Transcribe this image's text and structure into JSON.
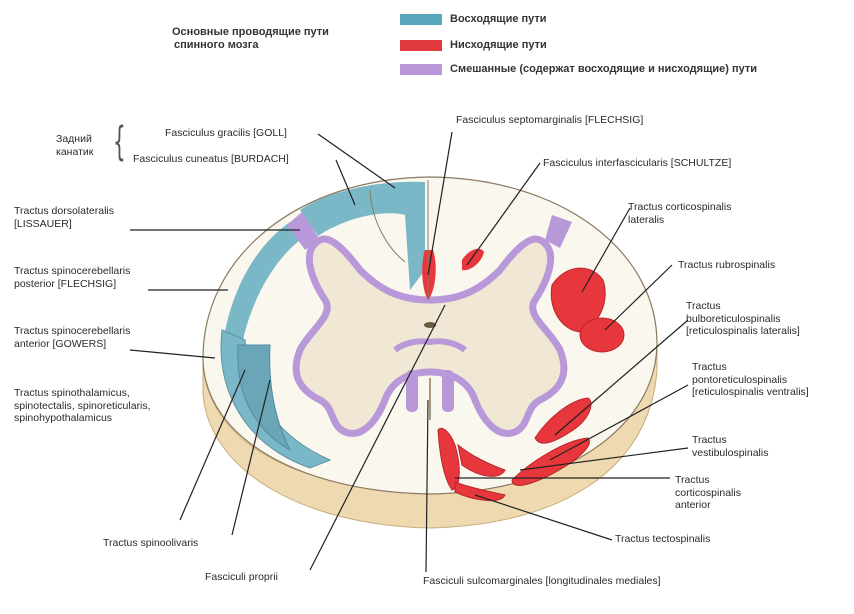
{
  "title": {
    "line1": "Основные проводящие пути",
    "line2": "спинного мозга"
  },
  "legend": [
    {
      "label": "Восходящие пути",
      "color": "#5aa7bb"
    },
    {
      "label": "Нисходящие пути",
      "color": "#e03a3e"
    },
    {
      "label": "Смешанные (содержат восходящие и нисходящие) пути",
      "color": "#b898d8"
    }
  ],
  "colors": {
    "ascending": "#7ab8c8",
    "descending": "#e8373c",
    "mixed": "#b898d8",
    "grey_matter": "#f0e8d4",
    "white_matter": "#faf7ef",
    "cut_surface": "#eed9b0"
  },
  "posterior_funiculus": {
    "line1": "Задний",
    "line2": "канатик"
  },
  "labels": {
    "gracilis": "Fasciculus gracilis [GOLL]",
    "cuneatus": "Fasciculus cuneatus [BURDACH]",
    "dorsolateralis_1": "Tractus dorsolateralis",
    "dorsolateralis_2": "[LISSAUER]",
    "spcb_post_1": "Tractus spinocerebellaris",
    "spcb_post_2": "posterior [FLECHSIG]",
    "spcb_ant_1": "Tractus spinocerebellaris",
    "spcb_ant_2": "anterior [GOWERS]",
    "spth_1": "Tractus spinothalamicus,",
    "spth_2": "spinotectalis, spinoreticularis,",
    "spth_3": "spinohypothalamicus",
    "spinoolivaris": "Tractus spinoolivaris",
    "proprii": "Fasciculi proprii",
    "sulcomarginales": "Fasciculi sulcomarginales [longitudinales mediales]",
    "tectospinalis": "Tractus tectospinalis",
    "cs_ant_1": "Tractus",
    "cs_ant_2": "corticospinalis",
    "cs_ant_3": "anterior",
    "vestibulo_1": "Tractus",
    "vestibulo_2": "vestibulospinalis",
    "pontoret_1": "Tractus",
    "pontoret_2": "pontoreticulospinalis",
    "pontoret_3": "[reticulospinalis ventralis]",
    "bulboret_1": "Tractus",
    "bulboret_2": "bulboreticulospinalis",
    "bulboret_3": "[reticulospinalis lateralis]",
    "rubrospinalis": "Tractus rubrospinalis",
    "cs_lat_1": "Tractus corticospinalis",
    "cs_lat_2": "lateralis",
    "interfascicularis": "Fasciculus interfascicularis [SCHULTZE]",
    "septomarginalis": "Fasciculus septomarginalis [FLECHSIG]"
  }
}
